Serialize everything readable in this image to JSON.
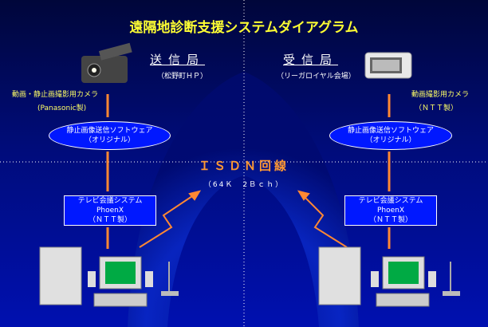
{
  "title": "遠隔地診断支援システムダイアグラム",
  "sender": {
    "station": "送信局",
    "location": "（松野町ＨＰ）",
    "camera_label": "動画・静止画撮影用カメラ",
    "camera_maker": "(Panasonic製)",
    "software": [
      "静止画像送信ソフトウェア",
      "（オリジナル）"
    ],
    "tv_system": [
      "テレビ会議システム",
      "PhoenX",
      "（ＮＴＴ製）"
    ]
  },
  "receiver": {
    "station": "受信局",
    "location": "（リーガロイヤル会場）",
    "camera_label": "動画撮影用カメラ",
    "camera_maker": "（ＮＴＴ製）",
    "software": [
      "静止画像送信ソフトウェア",
      "（オリジナル）"
    ],
    "tv_system": [
      "テレビ会議システム",
      "PhoenX",
      "（ＮＴＴ製）"
    ]
  },
  "line": {
    "name": "ＩＳＤＮ回線",
    "spec": "（64Ｋ　2Ｂｃｈ）"
  },
  "colors": {
    "title": "#ffff33",
    "link": "#ff8833",
    "box": "#0018ff"
  }
}
